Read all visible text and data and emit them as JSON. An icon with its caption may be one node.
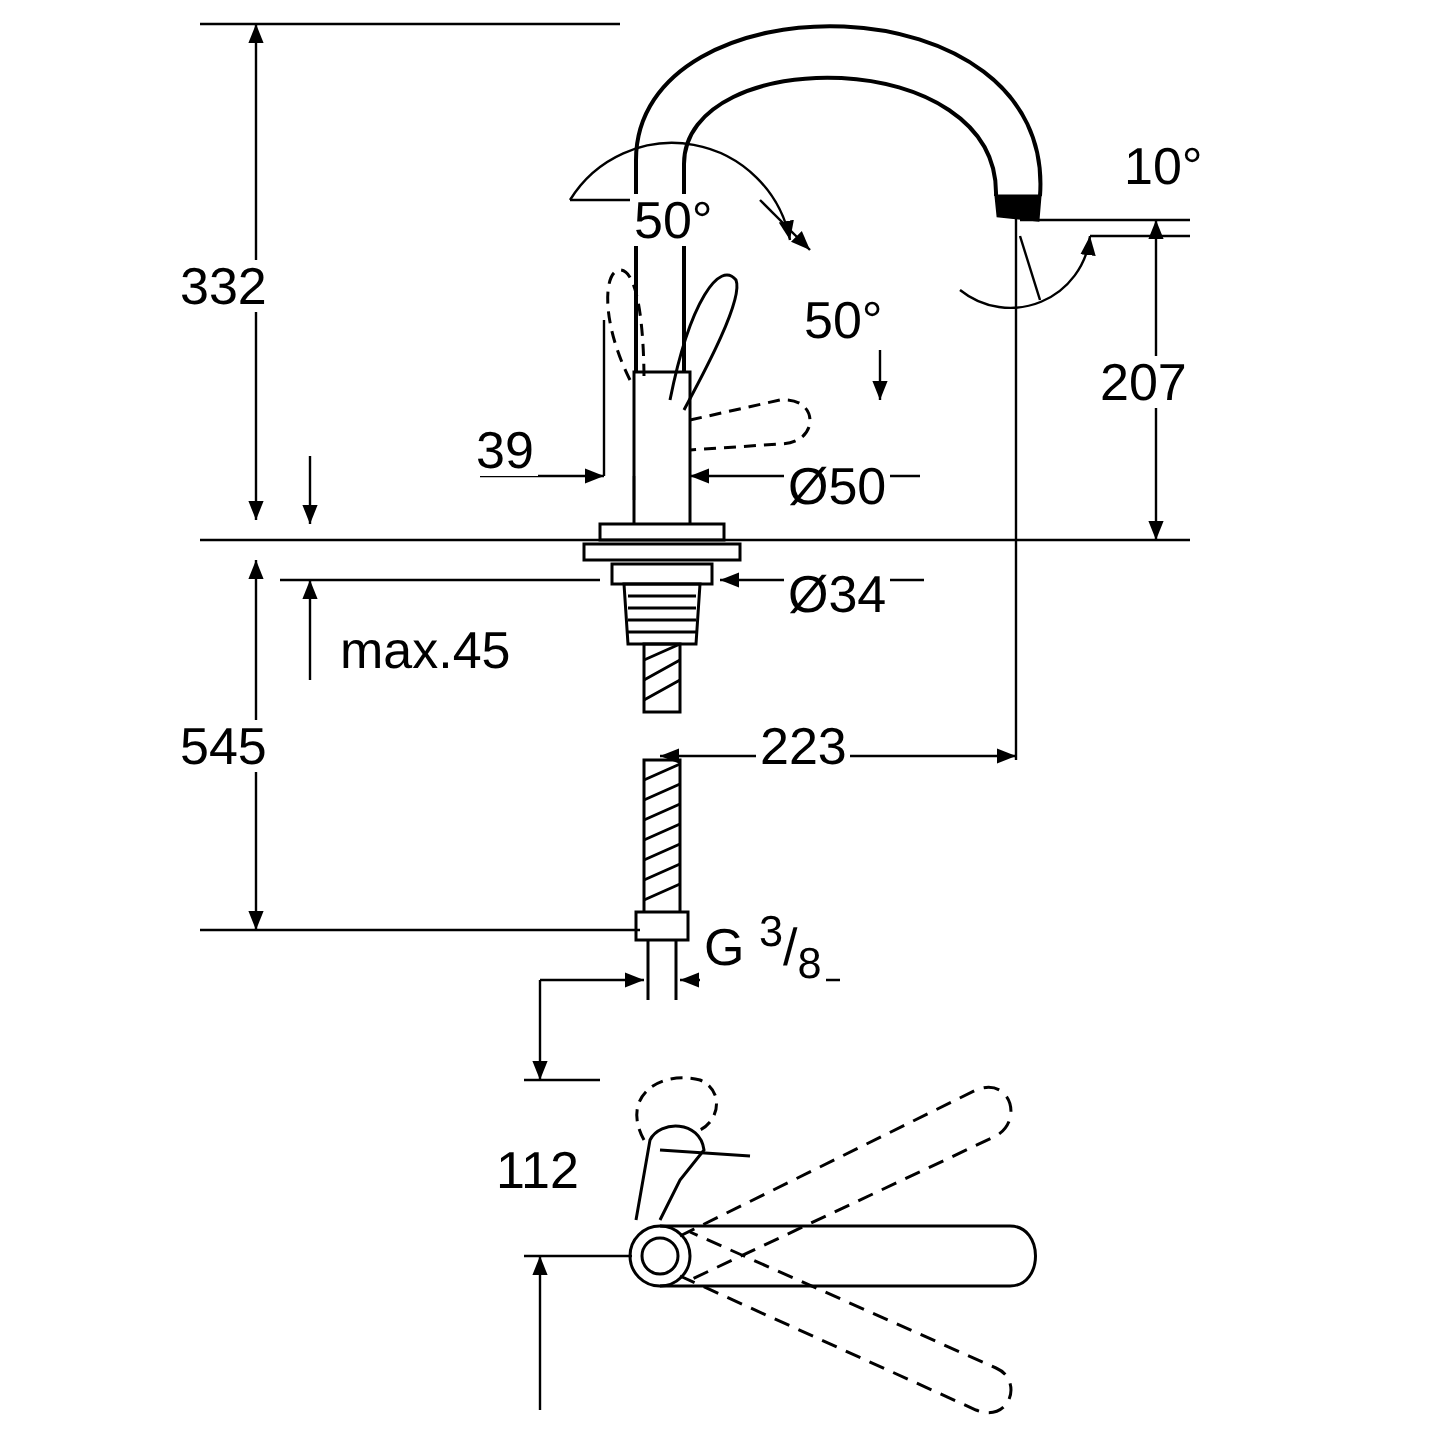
{
  "diagram": {
    "labels": [
      "332",
      "50°",
      "10°",
      "50°",
      "207",
      "39",
      "Ø50",
      "Ø34",
      "max.45",
      "545",
      "223",
      "G $^{3}$/$_{8}$",
      "112"
    ]
  }
}
